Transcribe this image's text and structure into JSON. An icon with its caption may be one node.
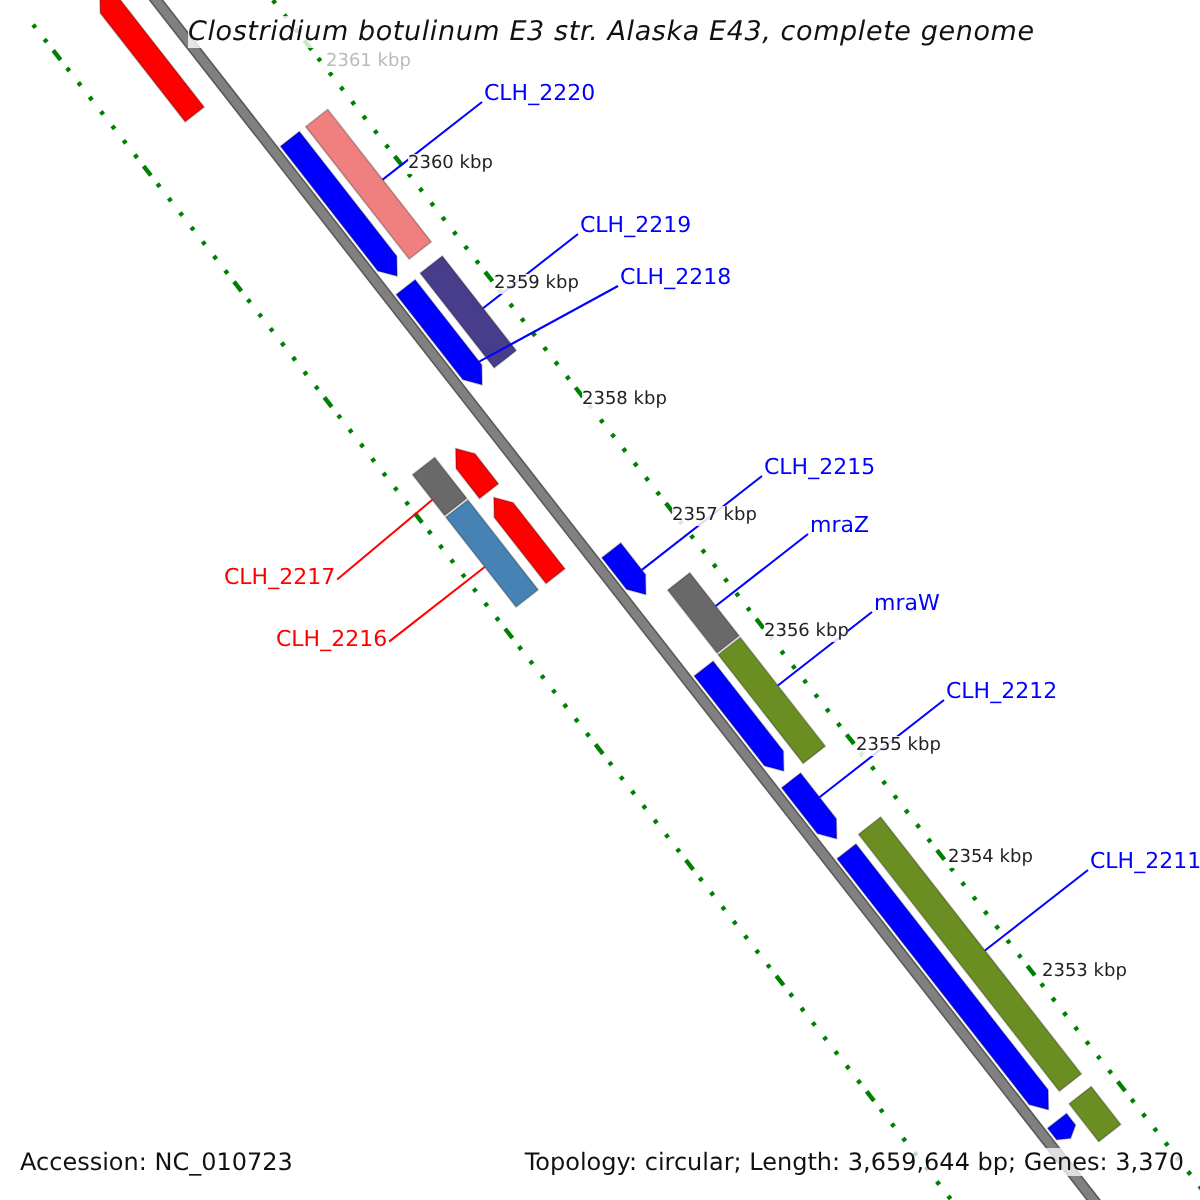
{
  "diagram": {
    "title": "Clostridium botulinum E3 str. Alaska E43, complete genome",
    "nodes": [
      {
        "text": [
          "CLH_2220"
        ]
      },
      {
        "text": [],
        "shape": "bar"
      },
      {
        "text": [
          "CLH_2219"
        ]
      },
      {
        "text": [],
        "shape": "bar"
      },
      {
        "text": [
          "CLH_2218"
        ]
      },
      {
        "text": [],
        "shape": "bar"
      },
      {
        "text": [
          "CLH_2215"
        ]
      },
      {
        "text": [],
        "shape": "bar"
      },
      {
        "text": [
          "CLH_2217"
        ]
      },
      {
        "text": [],
        "shape": "bar"
      },
      {
        "text": [
          "mraZ"
        ]
      },
      {
        "text": [],
        "shape": "bar"
      },
      {
        "text": [
          "CLH_2216"
        ]
      },
      {
        "text": [],
        "shape": "bar"
      },
      {
        "text": [
          "mraW"
        ]
      },
      {
        "text": [],
        "shape": "bar"
      },
      {
        "text": [
          "CLH_2212"
        ]
      },
      {
        "text": [],
        "shape": "bar"
      },
      {
        "text": [
          "CLH_2211"
        ]
      },
      {
        "text": [],
        "shape": "bar"
      },
      {
        "text": [],
        "shape": "bar"
      },
      {
        "text": [],
        "shape": "bar"
      },
      {
        "text": [],
        "shape": "bar"
      },
      {
        "text": [],
        "shape": "bar"
      },
      {
        "text": [],
        "shape": "bar"
      },
      {
        "text": [],
        "shape": "bar"
      },
      {
        "text": [],
        "shape": "bar"
      },
      {
        "text": [],
        "shape": "bar"
      }
    ],
    "edges": [
      {
        "from": 0,
        "to": 1,
        "arrow": "none"
      },
      {
        "from": 2,
        "to": 3,
        "arrow": "none"
      },
      {
        "from": 4,
        "to": 5,
        "arrow": "none"
      },
      {
        "from": 6,
        "to": 7,
        "arrow": "none"
      },
      {
        "from": 8,
        "to": 9,
        "arrow": "none",
        "color": "#ff0000"
      },
      {
        "from": 10,
        "to": 11,
        "arrow": "none"
      },
      {
        "from": 12,
        "to": 13,
        "arrow": "none",
        "color": "#ff0000"
      },
      {
        "from": 14,
        "to": 15,
        "arrow": "none"
      },
      {
        "from": 16,
        "to": 17,
        "arrow": "none"
      },
      {
        "from": 18,
        "to": 19,
        "arrow": "none"
      }
    ],
    "labels": [
      "2361 kbp",
      "2360 kbp",
      "2359 kbp",
      "2358 kbp",
      "2357 kbp",
      "2356 kbp",
      "2355 kbp",
      "2354 kbp",
      "2353 kbp",
      "Accession: NC_010723",
      "Topology: circular; Length: 3,659,644 bp; Genes: 3,370"
    ]
  }
}
